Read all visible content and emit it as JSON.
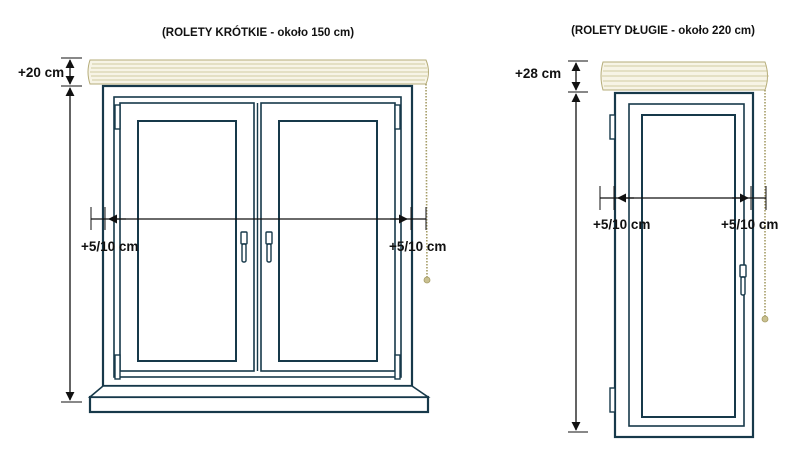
{
  "short_blinds": {
    "title": "(ROLETY KRÓTKIE - około 150 cm)",
    "top_allowance": "+20 cm",
    "left_allowance": "+5/10 cm",
    "right_allowance": "+5/10 cm"
  },
  "long_blinds": {
    "title": "(ROLETY DŁUGIE - około 220 cm)",
    "top_allowance": "+28 cm",
    "left_allowance": "+5/10 cm",
    "right_allowance": "+5/10 cm"
  },
  "colors": {
    "frame": "#17394a",
    "blind": "#f7f4e6",
    "blind_outline": "#b6ad7a",
    "dimension": "#111111"
  },
  "icons": [
    "arrow-icon",
    "handle-icon",
    "hinge-icon",
    "chain-icon"
  ]
}
